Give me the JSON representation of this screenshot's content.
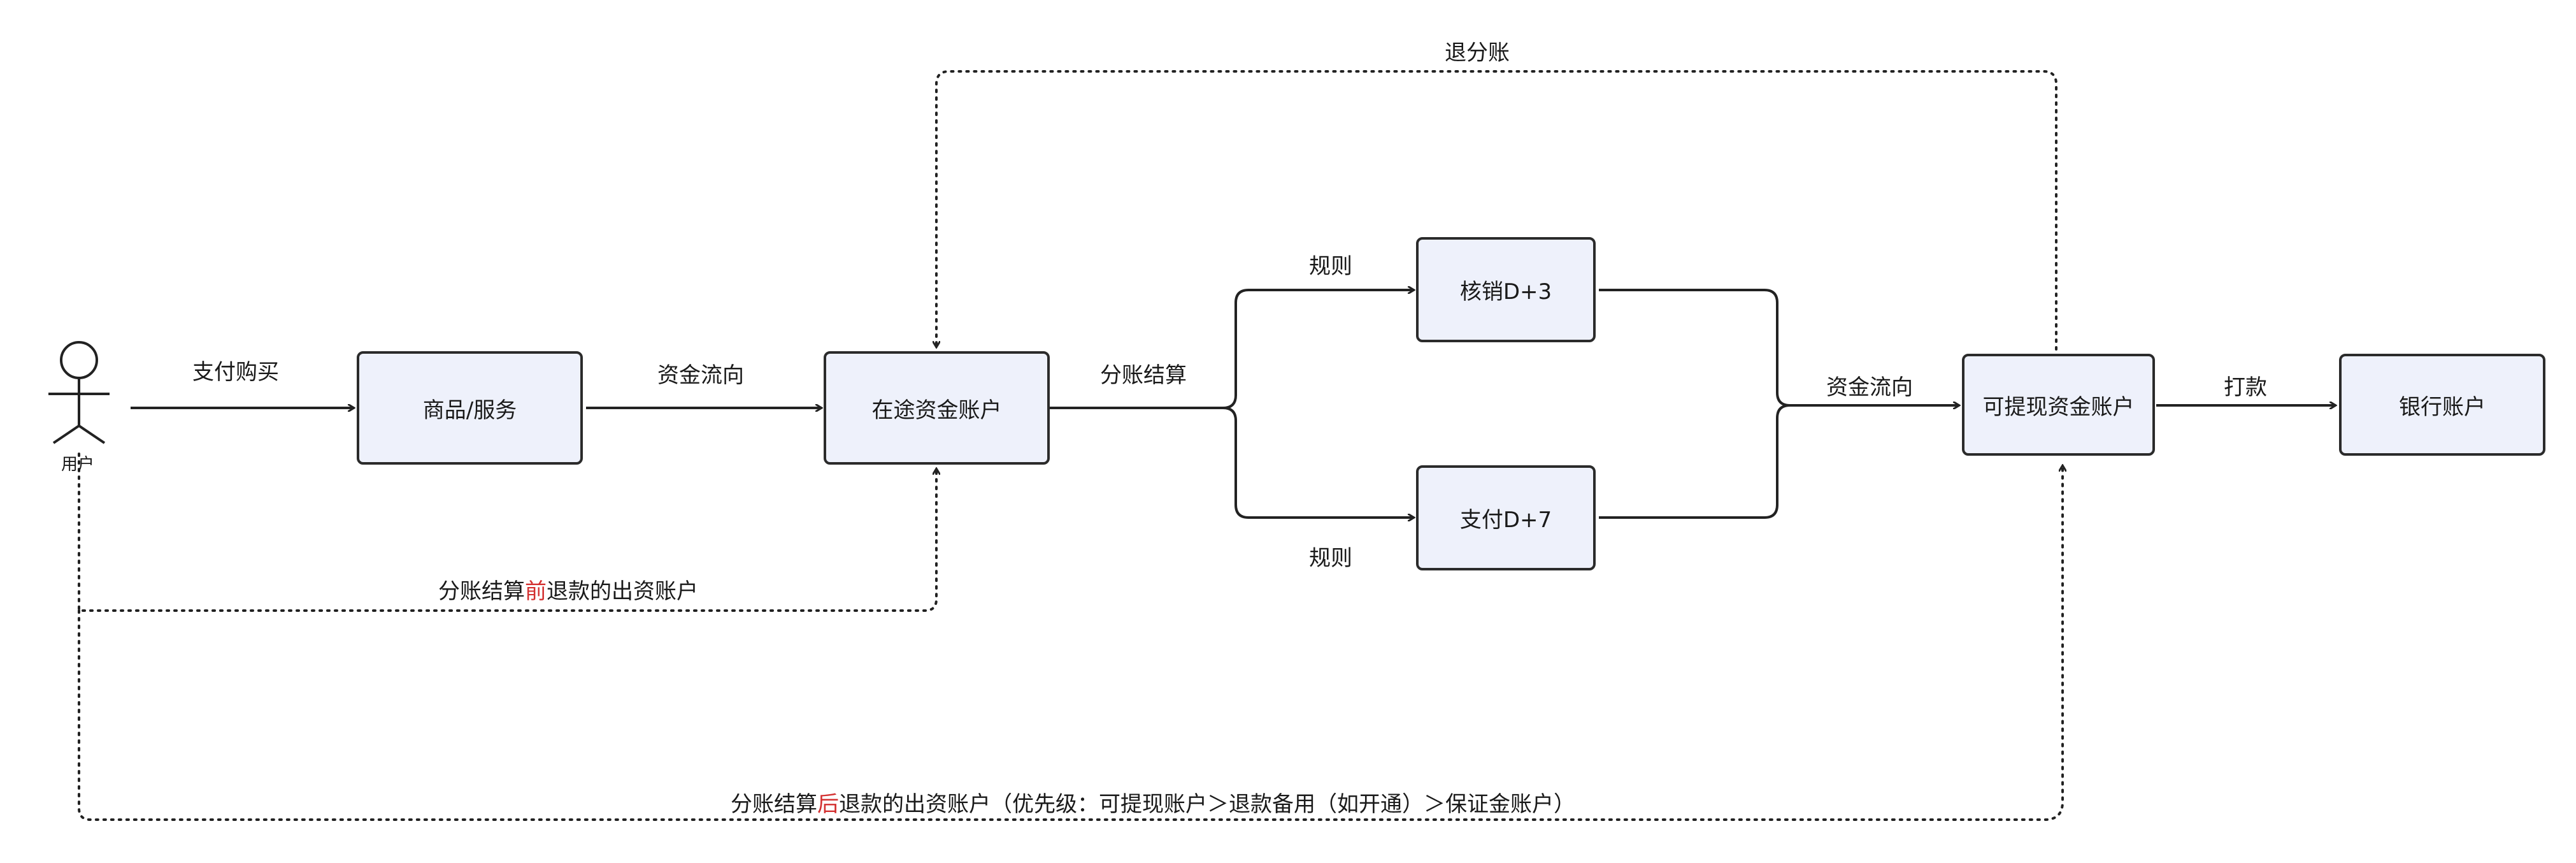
{
  "actor": {
    "label": "用户"
  },
  "nodes": {
    "goods": "商品/服务",
    "transit": "在途资金账户",
    "verify": "核销D+3",
    "pay": "支付D+7",
    "withdrawable": "可提现资金账户",
    "bank": "银行账户"
  },
  "edges": {
    "pay_buy": "支付购买",
    "flow1": "资金流向",
    "split": "分账结算",
    "rule_top": "规则",
    "rule_bottom": "规则",
    "flow2": "资金流向",
    "payout": "打款",
    "refund_split": "退分账",
    "refund_before": {
      "pre": "分账结算",
      "highlight": "前",
      "post": "退款的出资账户"
    },
    "refund_after": {
      "pre": "分账结算",
      "highlight": "后",
      "post": "退款的出资账户（优先级：可提现账户＞退款备用（如开通）＞保证金账户）"
    }
  }
}
